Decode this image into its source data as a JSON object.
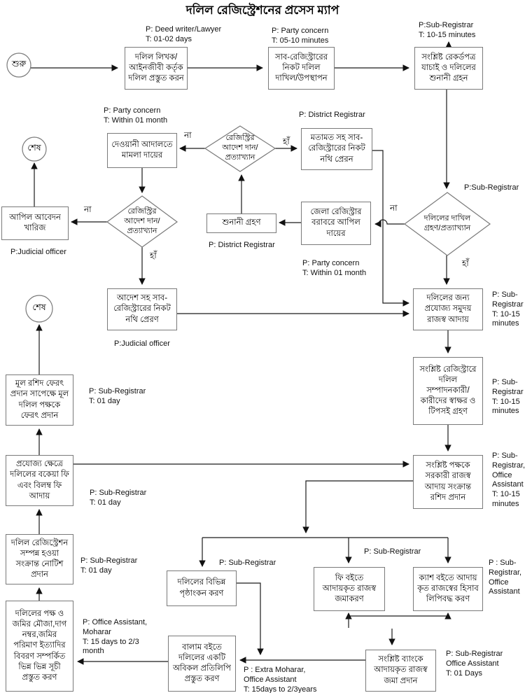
{
  "title": "দলিল রেজিস্ট্রেশনের প্রসেস ম্যাপ",
  "terminators": {
    "start": "শুরু",
    "end_top": "শেষ",
    "end_mid": "শেষ"
  },
  "nodes": {
    "prepare_deed": "দলিল লিখক/\nআইনজীবী কর্তৃক\nদলিল প্রস্তুত করন",
    "submit_deed": "সাব-রেজিস্ট্রারের\nনিকট দলিল\nদাখিল/উপস্থাপন",
    "verify_records": "সংশ্লিষ্ট রেকর্ডপত্র\nযাচাই ও দলিলের\nশুনানী গ্রহন",
    "civil_suit": "দেওয়ানী আদালতে\nমামলা দায়ের",
    "opinion_to_sr": "মতামত সহ সাব-\nরেজিস্ট্রারের নিকট\nনথি প্রেরন",
    "hearing": "শুনানী গ্রহণ",
    "district_appeal": "জেলা রেজিস্ট্রার\nবরাবরে আপিল\nদায়ের",
    "appeal_dismissed": "আপিল আবেদন\nখারিজ",
    "order_to_sr": "আদেশ সহ সাব-\nরেজিস্ট্রারের নিকট\nনথি প্রেরণ",
    "collect_revenue": "দলিলের জন্য\nপ্রযোজ্য সমুদয়\nরাজস্ব আদায়",
    "signatures": "সংশ্লিষ্ট রেজিস্ট্রারে\nদলিল\nসম্পাদনকারী/\nকারীদের স্বাক্ষর ও\nটিপসই গ্রহণ",
    "receipt": "সংশ্লিষ্ট পক্ষকে\nসরকারী রাজস্ব\nআদায় সংক্রান্ত\nরশিদ প্রদান",
    "return_deed": "মূল রশিদ ফেরৎ\nপ্রদান সাপেক্ষে মূল\nদলিল পক্ষকে\nফেরৎ প্রদান",
    "arrear_fee": "প্রযোজ্য ক্ষেত্রে\nদলিলের বকেয়া ফি\nএবং বিলম্ব ফি\nআদায়",
    "notice": "দলিল রেজিস্ট্রেশন\nসম্পন্ন হওয়া\nসংক্রান্ত নোটিশ\nপ্রদান",
    "indexes": "দলিলের পক্ষ ও\nজমির মৌজা,দাগ\nনম্বর,জমির\nপরিমাণ ইত্যাদির\nবিবরণ সম্পর্কিত\nভিন্ন ভিন্ন সূচী\nপ্রস্তুত করণ",
    "endorsement": "দলিলের বিভিন্ন\nপৃষ্ঠাংকন করণ",
    "balam_copy": "বালাম বইতে\nদলিলের একটি\nঅবিকল প্রতিলিপি\nপ্রস্তুত করণ",
    "fee_book": "ফি বইতে\nআদায়কৃত রাজস্ব\nজমাকরণ",
    "cash_book": "ক্যাশ বইতে আদায়\nকৃত রাজস্বের হিসাব\nলিপিবদ্ধ করণ",
    "bank_deposit": "সংশ্লিষ্ট ব্যাংকে\nআদায়কৃত রাজস্ব\nজমা প্রদান"
  },
  "decisions": {
    "registry_order_mid": "রেজিস্ট্রির\nআদেশ দান/\nপ্রত্যাখ্যান",
    "submission_accept": "দলিলের দাখিল\nগ্রহণ/প্রত্যাখ্যান",
    "registry_order_left": "রেজিস্ট্রির\nআদেশ দান/\nপ্রত্যাখ্যান"
  },
  "edge_labels": {
    "yes": "হাঁ",
    "no": "না"
  },
  "annotations": {
    "prepare_deed": "P: Deed writer/Lawyer\nT: 01-02 days",
    "submit_deed": "P: Party concern\nT: 05-10 minutes",
    "verify_records": "P:Sub-Registrar\nT: 10-15 minutes",
    "civil_suit": "P: Party concern\nT: Within 01 month",
    "opinion_to_sr": "P: District Registrar",
    "submission_accept": "P:Sub-Registrar",
    "hearing": "P: District Registrar",
    "district_appeal": "P: Party concern\nT: Within 01 month",
    "appeal_dismissed": "P:Judicial officer",
    "order_to_sr": "P:Judicial officer",
    "collect_revenue": "P: Sub-\nRegistrar\nT: 10-15\nminutes",
    "signatures": "P: Sub-\nRegistrar\nT: 10-15\nminutes",
    "receipt": "P: Sub-\nRegistrar,\nOffice\nAssistant\nT: 10-15\nminutes",
    "return_deed": "P: Sub-Registrar\nT: 01 day",
    "arrear_fee": "P: Sub-Registrar\nT: 01 day",
    "notice": "P: Sub-Registrar\nT: 01 day",
    "indexes": "P: Office Assistant,\nMoharar\nT: 15 days to 2/3\nmonth",
    "endorsement": "P: Sub-Registrar",
    "fee_book": "P: Sub-Registrar",
    "cash_book": "P : Sub-\nRegistrar,\nOffice\nAssistant",
    "balam_copy": "P : Extra Moharar,\nOffice Assistant\nT: 15days to 2/3years",
    "bank_deposit": "P: Sub-Registrar\nOffice Assistant\nT: 01 Days"
  }
}
